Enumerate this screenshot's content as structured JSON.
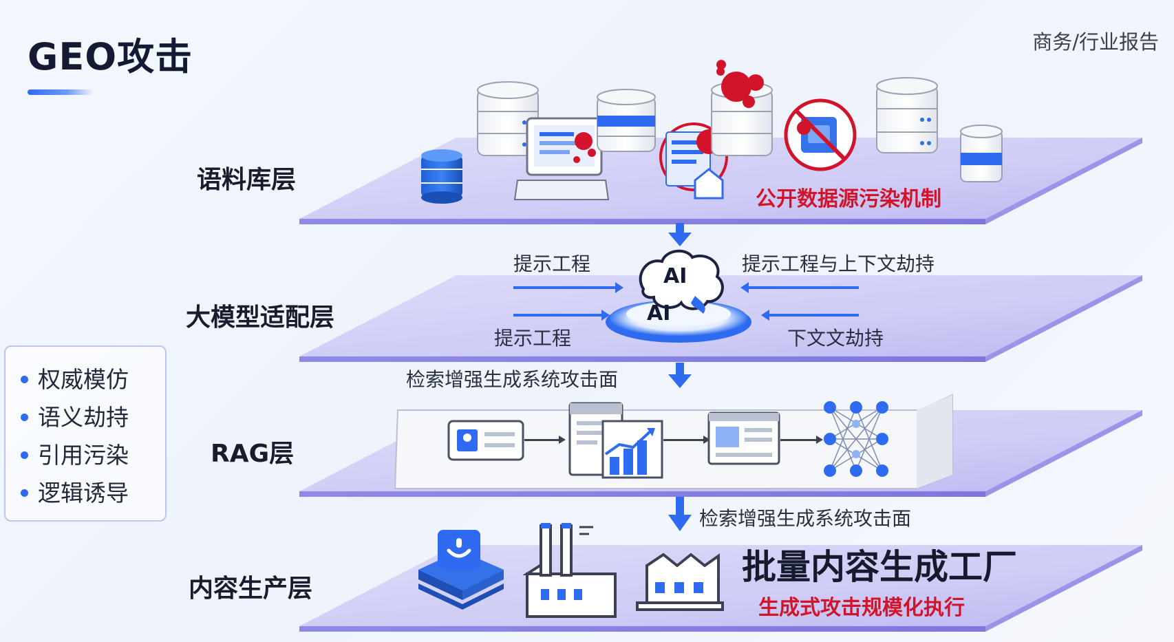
{
  "header": {
    "title": "GEO攻击",
    "category": "商务/行业报告"
  },
  "layers": {
    "corpus": "语料库层",
    "model": "大模型适配层",
    "rag": "RAG层",
    "content": "内容生产层"
  },
  "techniques": [
    "权威模仿",
    "语义劫持",
    "引用污染",
    "逻辑诱导"
  ],
  "corpus_layer": {
    "caption": "公开数据源污染机制"
  },
  "model_layer": {
    "left_top": "提示工程",
    "left_bottom": "提示工程",
    "right_top": "提示工程与上下文劫持",
    "right_bottom": "下文文劫持",
    "chip_top": "AI",
    "chip_bottom": "AI"
  },
  "rag_layer": {
    "caption_top": "检索增强生成系统攻击面",
    "caption_bottom": "检索增强生成系统攻击面"
  },
  "content_layer": {
    "headline": "批量内容生成工厂",
    "subline": "生成式攻击规模化执行"
  },
  "colors": {
    "accent": "#2f6bf0",
    "danger": "#d2142a",
    "plane": "#c9c6f4"
  }
}
